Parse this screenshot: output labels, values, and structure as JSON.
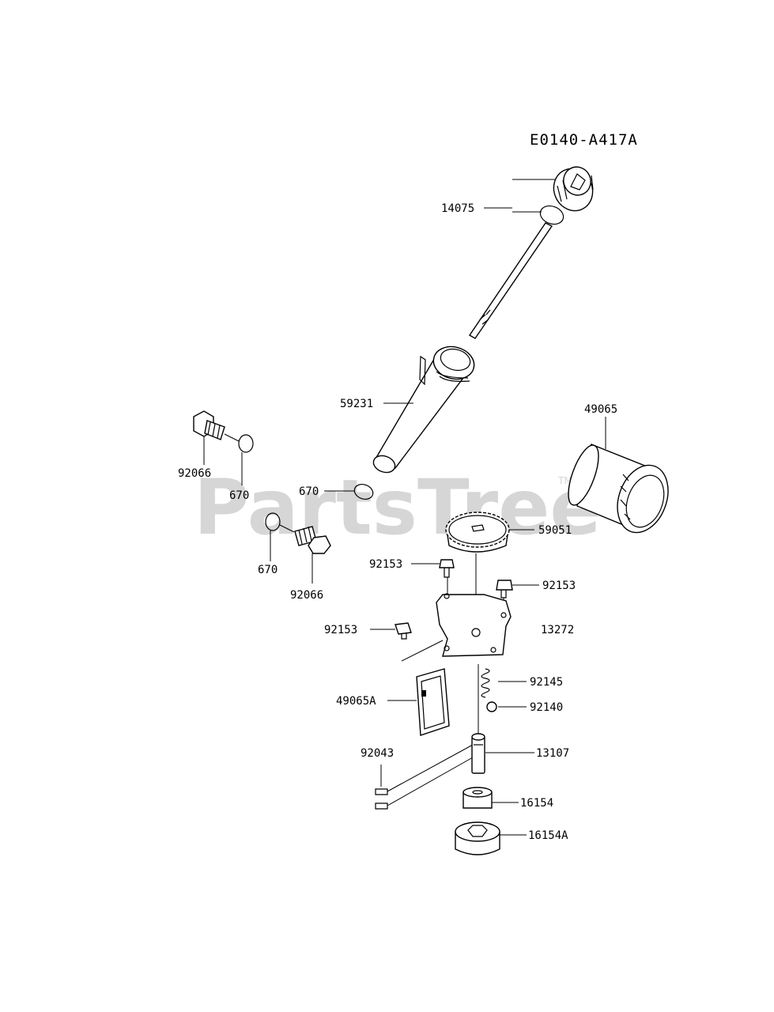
{
  "diagram_code": "E0140-A417A",
  "watermark": {
    "text": "PartsTree",
    "tm": "TM"
  },
  "labels": {
    "dipstick_seal": "14075",
    "oil_tube": "59231",
    "oil_filter": "49065",
    "oring_tube": "670",
    "plug_left_seal": "670",
    "plug_left": "92066",
    "plug_mid_seal": "670",
    "plug_mid": "92066",
    "pump_gear": "59051",
    "bolt_a": "92153",
    "bolt_b": "92153",
    "bolt_c": "92153",
    "pump_cover": "13272",
    "spring": "92145",
    "ball": "92140",
    "gasket": "49065A",
    "pin": "92043",
    "shaft": "13107",
    "rotor_inner": "16154",
    "rotor_outer": "16154A"
  }
}
